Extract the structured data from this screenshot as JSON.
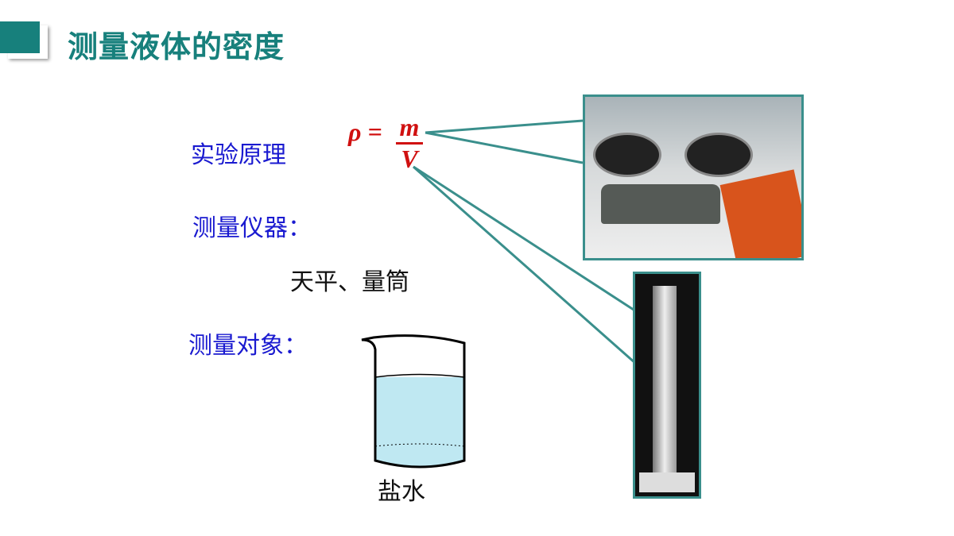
{
  "title": "测量液体的密度",
  "labels": {
    "principle": "实验原理",
    "instruments": "测量仪器：",
    "instruments_value": "天平、量筒",
    "object": "测量对象：",
    "object_value": "盐水"
  },
  "formula": {
    "lhs": "ρ =",
    "numerator": "m",
    "denominator": "V"
  },
  "colors": {
    "accent": "#17807c",
    "label": "#1a1ad0",
    "formula": "#d01010",
    "liquid": "#bfe8f2"
  }
}
